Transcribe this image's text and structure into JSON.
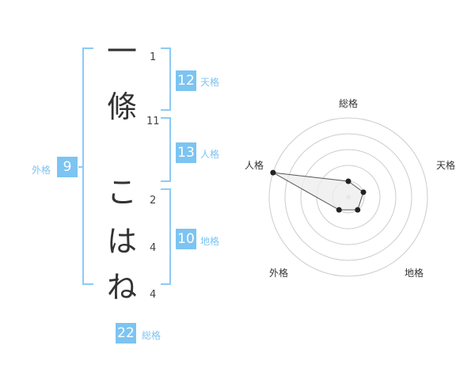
{
  "name": {
    "chars": [
      "一",
      "條",
      "こ",
      "は",
      "ね"
    ],
    "strokes": [
      "1",
      "11",
      "2",
      "4",
      "4"
    ]
  },
  "fortunes": {
    "tenkaku": {
      "label": "天格",
      "value": "12"
    },
    "jinkaku": {
      "label": "人格",
      "value": "13"
    },
    "chikaku": {
      "label": "地格",
      "value": "10"
    },
    "gaikaku": {
      "label": "外格",
      "value": "9"
    },
    "soukaku": {
      "label": "総格",
      "value": "22"
    }
  },
  "chart_data": {
    "type": "radar",
    "axes": [
      "総格",
      "天格",
      "地格",
      "外格",
      "人格"
    ],
    "rmax": 5,
    "rings": 5,
    "values": [
      1,
      1,
      1,
      1,
      5
    ],
    "colors": {
      "ring": "#cccccc",
      "fill": "#eeeeee",
      "line": "#555555",
      "point": "#222222"
    }
  }
}
